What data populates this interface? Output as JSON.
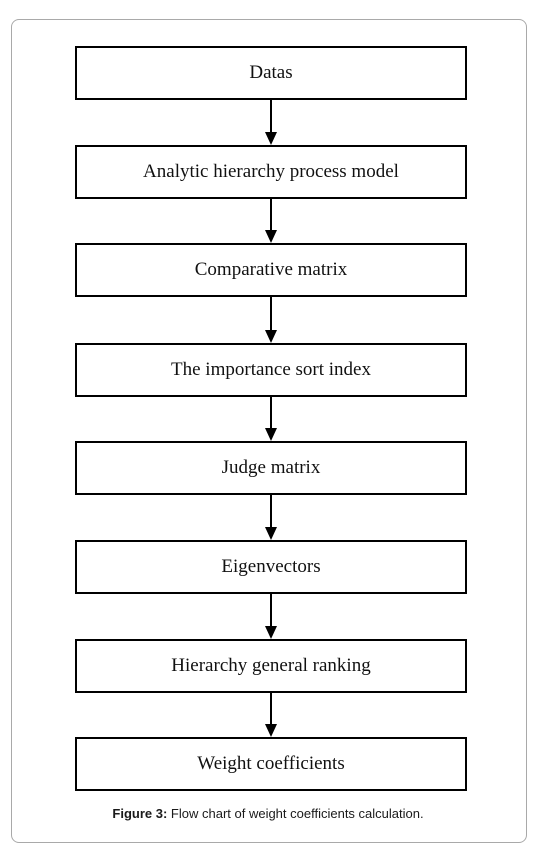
{
  "flowchart": {
    "steps": [
      "Datas",
      "Analytic hierarchy process model",
      "Comparative matrix",
      "The importance sort index",
      "Judge matrix",
      "Eigenvectors",
      "Hierarchy general ranking",
      "Weight coefficients"
    ]
  },
  "caption": {
    "label": "Figure 3:",
    "text": " Flow chart of weight coefficients calculation."
  },
  "colors": {
    "box_border": "#000000",
    "frame_border": "#a9a9a9",
    "background": "#ffffff"
  }
}
